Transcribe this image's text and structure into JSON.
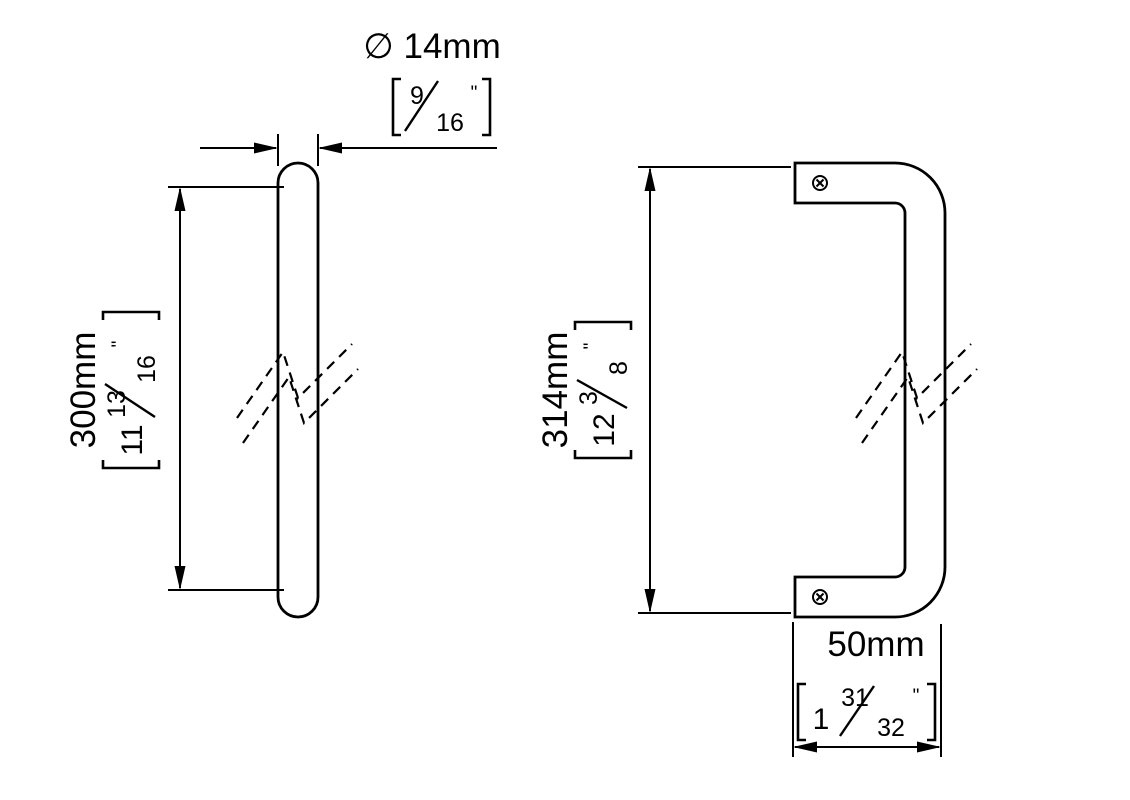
{
  "colors": {
    "ink": "#000000",
    "paper": "#ffffff"
  },
  "side_view": {
    "diameter": {
      "metric": "∅ 14mm",
      "inch_num": "9",
      "inch_den": "16",
      "inch_unit": "\""
    },
    "length": {
      "metric": "300mm",
      "inch_whole": "11",
      "inch_num": "13",
      "inch_den": "16",
      "inch_unit": "\""
    }
  },
  "front_view": {
    "height": {
      "metric": "314mm",
      "inch_whole": "12",
      "inch_num": "3",
      "inch_den": "8",
      "inch_unit": "\""
    },
    "projection": {
      "metric": "50mm",
      "inch_whole": "1",
      "inch_num": "31",
      "inch_den": "32",
      "inch_unit": "\""
    }
  }
}
